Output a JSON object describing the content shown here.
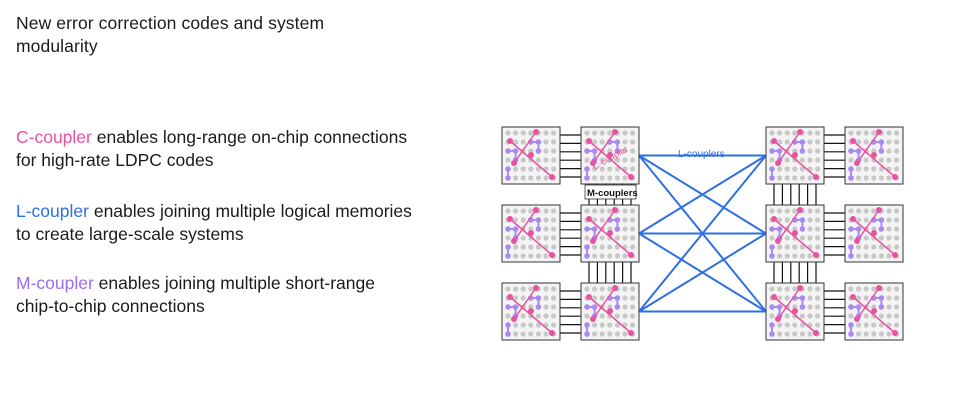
{
  "title": "New error correction codes and system modularity",
  "bullets": [
    {
      "term": "C-coupler",
      "rest": " enables long-range on-chip connections for  high-rate LDPC codes",
      "color": "#e8529f"
    },
    {
      "term": "L-coupler",
      "rest": " enables joining multiple logical memories to create large-scale systems",
      "color": "#2f6fe4"
    },
    {
      "term": "M-coupler",
      "rest": " enables joining multiple short-range chip-to-chip connections",
      "color": "#9b6df0"
    }
  ],
  "diagram": {
    "c_coupler_label": "C-coupler",
    "l_couplers_label": "L-couplers",
    "m_couplers_label": "M-couplers",
    "colors": {
      "pink": "#e8529f",
      "purple": "#a98af3",
      "blue": "#2f6fe4",
      "dot": "#c8c8c8",
      "chip_bg": "#f4f4f4",
      "border": "#333333"
    }
  }
}
